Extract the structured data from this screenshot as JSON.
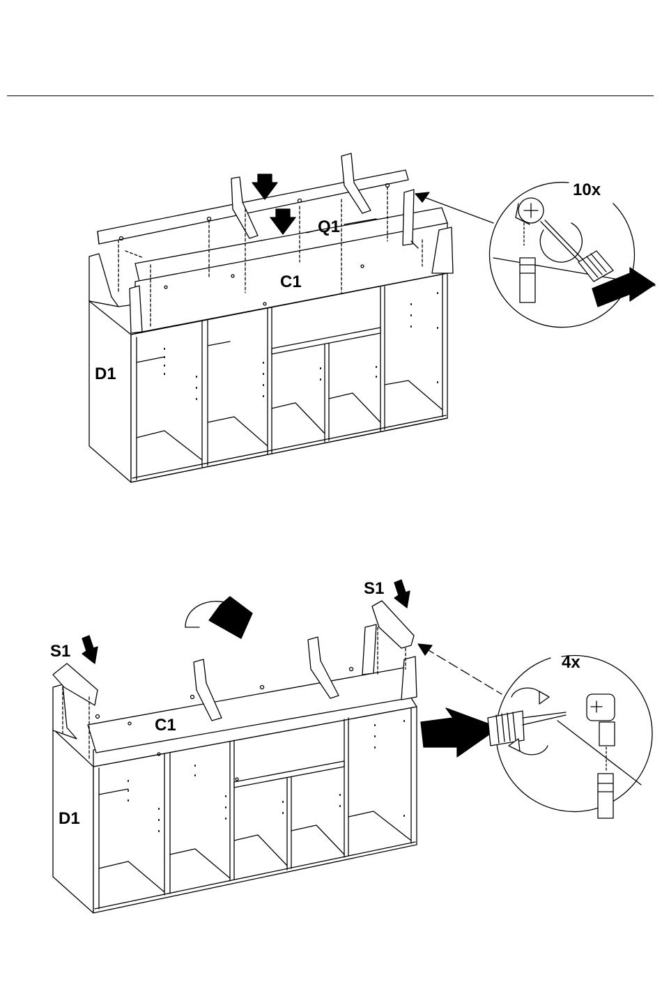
{
  "step1": {
    "labels": {
      "top_rail": "Q1",
      "top_panel": "C1",
      "side_panel": "D1"
    },
    "detail_quantity": "10x"
  },
  "step2": {
    "labels": {
      "top_panel": "C1",
      "side_panel": "D1",
      "left_part": "S1",
      "right_part": "S1"
    },
    "detail_quantity": "4x"
  }
}
